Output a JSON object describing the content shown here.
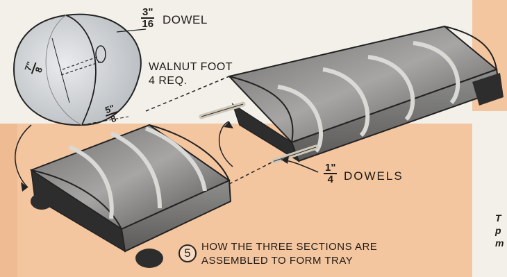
{
  "labels": {
    "dowel_small_num": "3\"",
    "dowel_small_den": "16",
    "dowel_small": "DOWEL",
    "walnut_line1": "WALNUT FOOT",
    "walnut_line2": "4 REQ.",
    "dim_height": "7\"",
    "dim_height_den": "8",
    "dim_width": "5\"",
    "dim_width_den": "8",
    "dowel_large_num": "1\"",
    "dowel_large_den": "4",
    "dowel_large": "DOWELS",
    "step_number": "5",
    "caption_line1": "HOW THE THREE SECTIONS ARE",
    "caption_line2": "ASSEMBLED TO FORM TRAY"
  },
  "side_text": [
    "T",
    "p",
    "m"
  ],
  "colors": {
    "orange_panel": "#f4c6a0",
    "paper": "#f3f0ea",
    "ink": "#1f1a16",
    "wood_dark": "#3b3a3a",
    "wood_light": "#8d8d8d"
  }
}
